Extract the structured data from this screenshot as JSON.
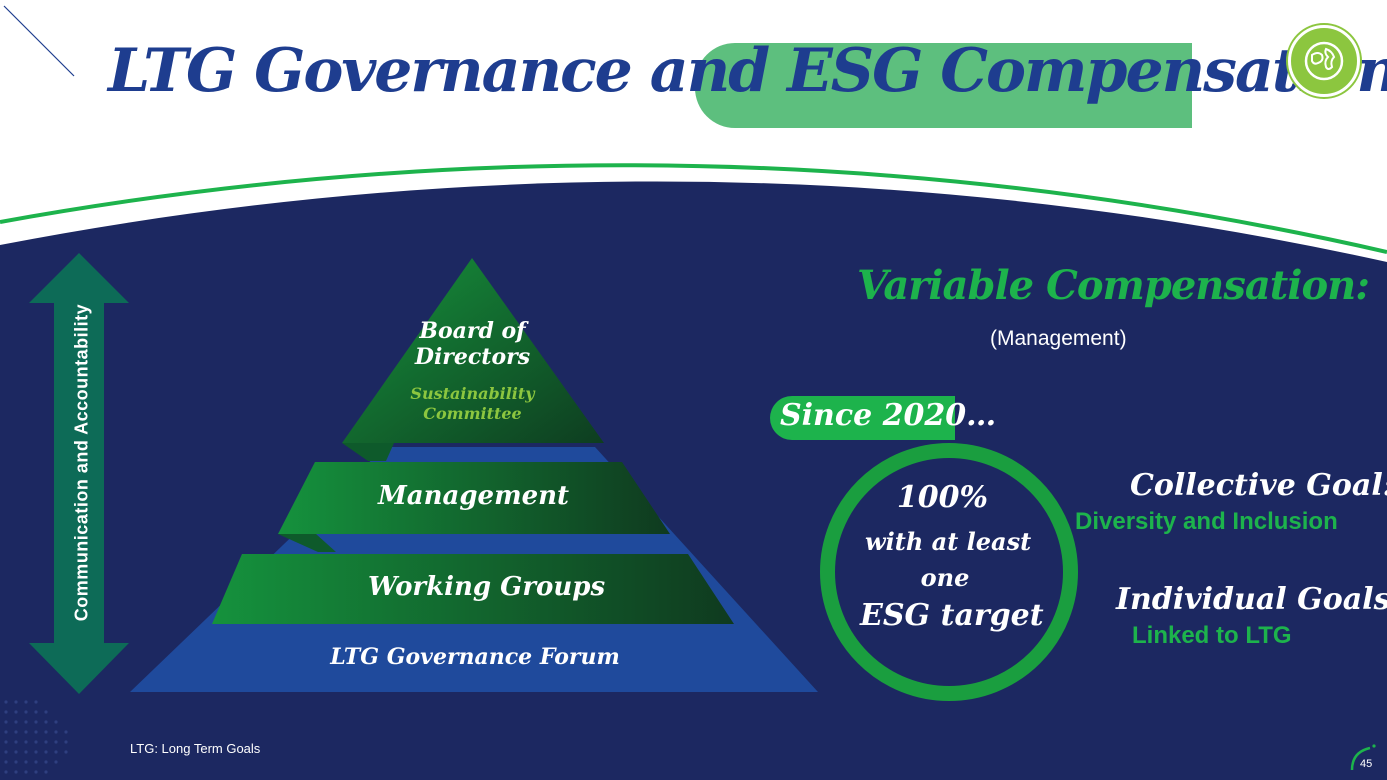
{
  "title": "LTG Governance and ESG Compensation",
  "pyramid": {
    "axis_label": "Communication and Accountability",
    "tiers": [
      {
        "label_line1": "Board of",
        "label_line2": "Directors",
        "sub_line1": "Sustainability",
        "sub_line2": "Committee"
      },
      {
        "label": "Management"
      },
      {
        "label": "Working Groups"
      },
      {
        "label": "LTG Governance Forum"
      }
    ]
  },
  "compensation": {
    "title": "Variable Compensation:",
    "subtitle": "(Management)",
    "since": "Since 2020…",
    "target_line1": "100%",
    "target_line2": "with at least",
    "target_line3": "one",
    "target_line4": "ESG target",
    "collective_title": "Collective Goal:",
    "collective_value": "Diversity and Inclusion",
    "individual_title": "Individual Goals:",
    "individual_value": "Linked to LTG"
  },
  "footnote": "LTG: Long Term Goals",
  "page_number": "45",
  "colors": {
    "navy": "#1c2861",
    "royal_blue": "#1f4a9c",
    "green": "#1db34c",
    "light_green": "#8cc63f",
    "teal": "#0d6b57",
    "title_blue": "#1e3d8f"
  },
  "icons": {
    "globe": "globe-icon",
    "arrow": "double-arrow-icon"
  }
}
